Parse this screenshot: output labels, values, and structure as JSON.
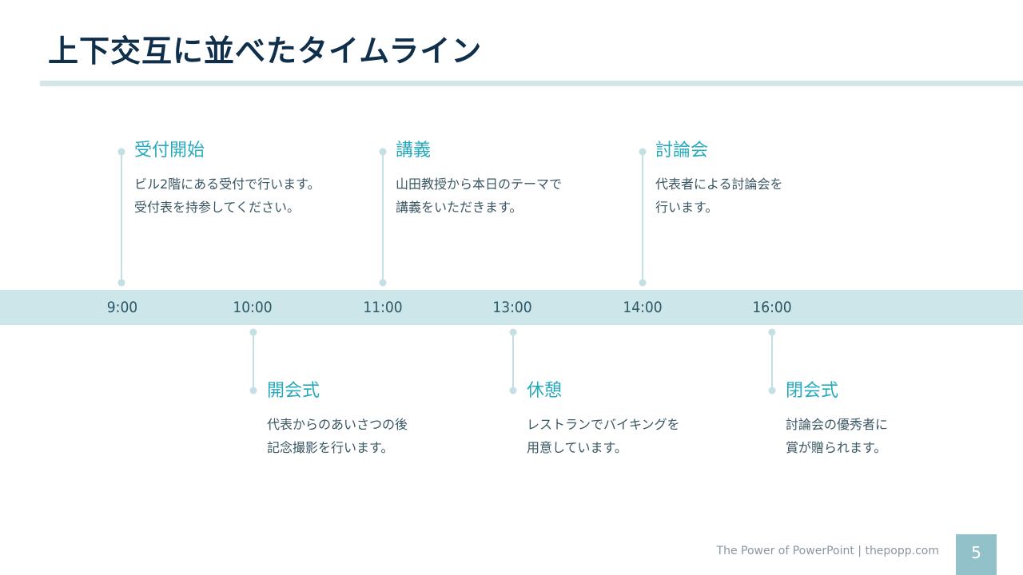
{
  "slide": {
    "title": "上下交互に並べたタイムライン",
    "colors": {
      "title": "#0f2f4b",
      "accent": "#27aabc",
      "band": "#cce6ea",
      "connector": "#c5e0e5",
      "body_text": "#3a5663",
      "time_text": "#2d5867",
      "page_box": "#92c1ca"
    }
  },
  "timeline": {
    "times": [
      "9:00",
      "10:00",
      "11:00",
      "13:00",
      "14:00",
      "16:00"
    ],
    "events": [
      {
        "time": "9:00",
        "position": "above",
        "title": "受付開始",
        "lines": [
          "ビル2階にある受付で行います。",
          "受付表を持参してください。"
        ]
      },
      {
        "time": "10:00",
        "position": "below",
        "title": "開会式",
        "lines": [
          "代表からのあいさつの後",
          "記念撮影を行います。"
        ]
      },
      {
        "time": "11:00",
        "position": "above",
        "title": "講義",
        "lines": [
          "山田教授から本日のテーマで",
          "講義をいただきます。"
        ]
      },
      {
        "time": "13:00",
        "position": "below",
        "title": "休憩",
        "lines": [
          "レストランでバイキングを",
          "用意しています。"
        ]
      },
      {
        "time": "14:00",
        "position": "above",
        "title": "討論会",
        "lines": [
          "代表者による討論会を",
          "行います。"
        ]
      },
      {
        "time": "16:00",
        "position": "below",
        "title": "閉会式",
        "lines": [
          "討論会の優秀者に",
          "賞が贈られます。"
        ]
      }
    ]
  },
  "footer": {
    "credit": "The Power of PowerPoint | thepopp.com",
    "page_number": "5"
  }
}
